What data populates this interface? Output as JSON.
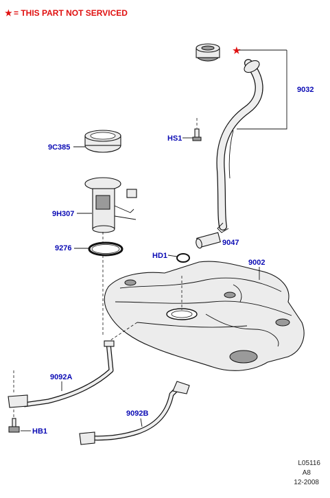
{
  "legend": {
    "symbol": "★",
    "text": "= THIS PART NOT SERVICED",
    "color": "#e01010"
  },
  "callouts": {
    "filler_cap_star": "★",
    "p9032": "9032",
    "hs1": "HS1",
    "p9c385": "9C385",
    "p9h307": "9H307",
    "p9276": "9276",
    "hd1": "HD1",
    "p9047": "9047",
    "p9002": "9002",
    "p9092a": "9092A",
    "p9092b": "9092B",
    "hb1": "HB1"
  },
  "label_color": "#0a0ab4",
  "footer": {
    "code": "L05116",
    "revision": "A8",
    "date": "12-2008"
  }
}
